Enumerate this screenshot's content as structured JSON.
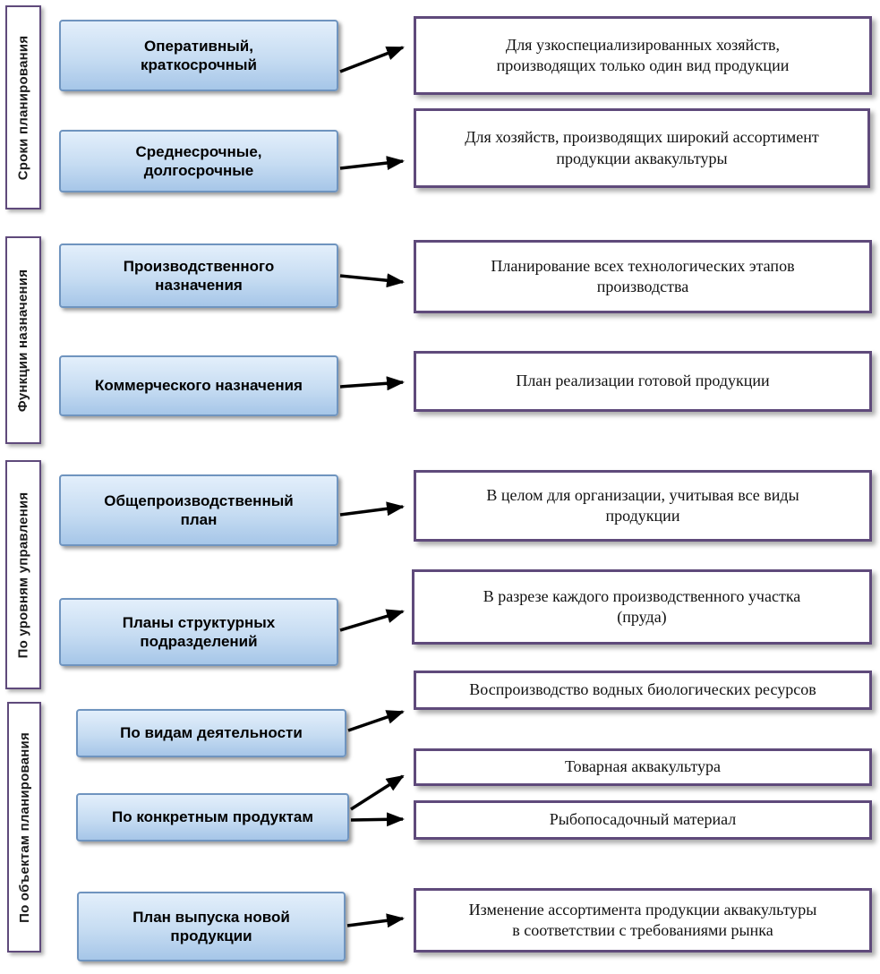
{
  "colors": {
    "purple_border": "#5f4a7b",
    "blue_border": "#6f94bf",
    "blue_top": "#e3effb",
    "blue_bottom": "#a6c6e8",
    "arrow": "#000000"
  },
  "side_labels": [
    {
      "text": "Сроки планирования"
    },
    {
      "text": "Функции назначения"
    },
    {
      "text": "По уровням управления"
    },
    {
      "text": "По объектам планирования"
    }
  ],
  "categories": [
    {
      "label": "Оперативный,\nкраткосрочный"
    },
    {
      "label": "Среднесрочные,\nдолгосрочные"
    },
    {
      "label": "Производственного\nназначения"
    },
    {
      "label": "Коммерческого назначения"
    },
    {
      "label": "Общепроизводственный\nплан"
    },
    {
      "label": "Планы структурных\nподразделений"
    },
    {
      "label": "По видам деятельности"
    },
    {
      "label": "По конкретным  продуктам"
    },
    {
      "label": "План выпуска новой\nпродукции"
    }
  ],
  "descriptions": [
    {
      "text": "Для узкоспециализированных хозяйств,\nпроизводящих только один вид продукции"
    },
    {
      "text": "Для хозяйств, производящих широкий ассортимент\nпродукции аквакультуры"
    },
    {
      "text": "Планирование всех технологических этапов\nпроизводства"
    },
    {
      "text": "План реализации готовой продукции"
    },
    {
      "text": "В целом для организации, учитывая все виды\nпродукции"
    },
    {
      "text": "В разрезе каждого производственного участка\n(пруда)"
    },
    {
      "text": "Воспроизводство водных биологических ресурсов"
    },
    {
      "text": "Товарная аквакультура"
    },
    {
      "text": "Рыбопосадочный материал"
    },
    {
      "text": "Изменение ассортимента продукции аквакультуры\nв соответствии с требованиями рынка"
    }
  ]
}
